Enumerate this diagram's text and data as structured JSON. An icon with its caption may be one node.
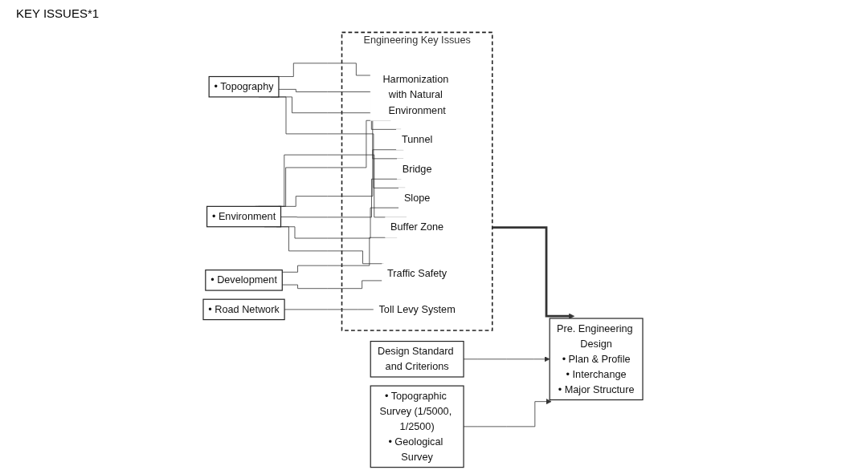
{
  "diagram": {
    "nodes": [
      {
        "text": [
          "• Topography"
        ]
      },
      {
        "text": [
          "• Environment"
        ]
      },
      {
        "text": [
          "• Development"
        ]
      },
      {
        "text": [
          "• Road Network"
        ]
      },
      {
        "text": [
          "Engineering Key Issues"
        ]
      },
      {
        "text": [
          "Buffer Zone"
        ],
        "in": 4
      },
      {
        "text": [
          "Harmonization with Natural Environment"
        ],
        "in": 4
      },
      {
        "text": [
          "Tunnel"
        ],
        "in": 4
      },
      {
        "text": [
          "Bridge"
        ],
        "in": 4
      },
      {
        "text": [
          "Slope"
        ],
        "in": 4
      },
      {
        "text": [
          "Traffic Safety"
        ],
        "in": 4
      },
      {
        "text": [
          "Toll Levy System"
        ],
        "in": 4
      },
      {
        "text": [
          "Design Standard and Criterions"
        ]
      },
      {
        "text": [
          "Pre. Engineering Design",
          "• Plan & Profile",
          "• Interchange",
          "• Major Structure"
        ]
      },
      {
        "text": [
          "• Topographic Survey (1/5000, 1/2500)",
          "• Geological Survey"
        ]
      }
    ],
    "edges": [
      {
        "from": 0,
        "to": 6,
        "arrow": "none"
      },
      {
        "from": 0,
        "to": 7,
        "arrow": "none"
      },
      {
        "from": 0,
        "to": 8,
        "arrow": "none"
      },
      {
        "from": 0,
        "to": 9,
        "arrow": "none"
      },
      {
        "from": 1,
        "to": 5,
        "arrow": "none"
      },
      {
        "from": 1,
        "to": 6,
        "arrow": "none"
      },
      {
        "from": 1,
        "to": 7,
        "arrow": "none"
      },
      {
        "from": 1,
        "to": 8,
        "arrow": "none"
      },
      {
        "from": 1,
        "to": 9,
        "arrow": "none"
      },
      {
        "from": 1,
        "to": 10,
        "arrow": "none"
      },
      {
        "from": 2,
        "to": 5,
        "arrow": "none"
      },
      {
        "from": 2,
        "to": 10,
        "arrow": "none"
      },
      {
        "from": 3,
        "to": 11,
        "arrow": "none"
      },
      {
        "from": 4,
        "to": 13,
        "arrow": "to",
        "style": "thick"
      },
      {
        "from": 12,
        "to": 13,
        "arrow": "to"
      },
      {
        "from": 14,
        "to": 13,
        "arrow": "to"
      }
    ],
    "labels": [
      "KEY ISSUES*1"
    ]
  }
}
